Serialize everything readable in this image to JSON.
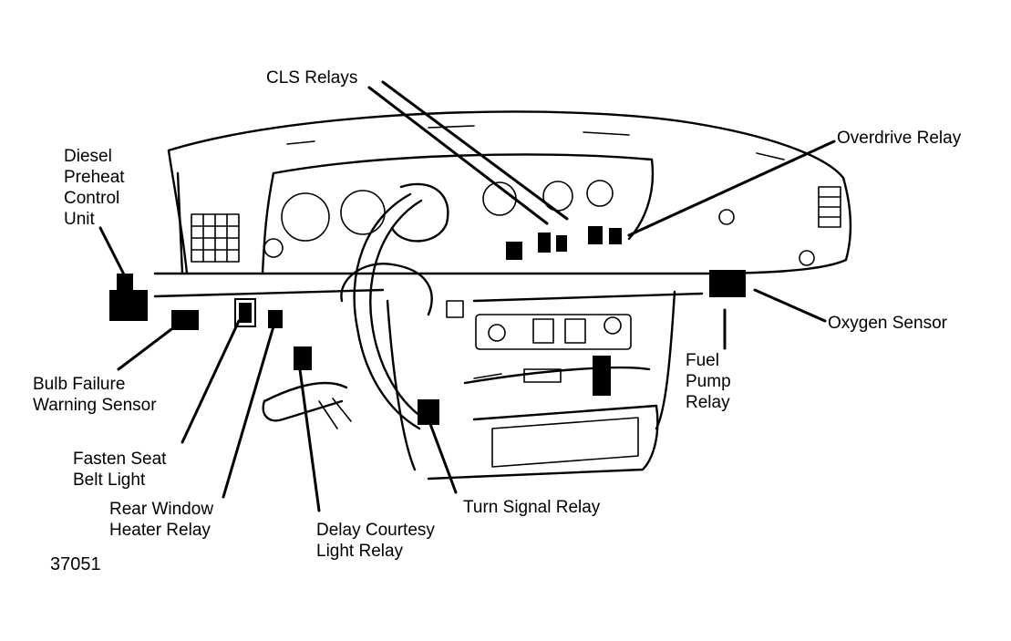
{
  "labels": {
    "cls_relays": [
      "CLS Relays"
    ],
    "overdrive_relay": [
      "Overdrive Relay"
    ],
    "diesel_preheat": [
      "Diesel",
      "Preheat",
      "Control",
      "Unit"
    ],
    "oxygen_sensor": [
      "Oxygen Sensor"
    ],
    "fuel_pump_relay": [
      "Fuel",
      "Pump",
      "Relay"
    ],
    "bulb_failure": [
      "Bulb Failure",
      "Warning Sensor"
    ],
    "fasten_seat_belt": [
      "Fasten Seat",
      "Belt Light"
    ],
    "rear_window_heater": [
      "Rear Window",
      "Heater Relay"
    ],
    "delay_courtesy": [
      "Delay Courtesy",
      "Light Relay"
    ],
    "turn_signal_relay": [
      "Turn Signal Relay"
    ]
  },
  "figure_number": "37051"
}
